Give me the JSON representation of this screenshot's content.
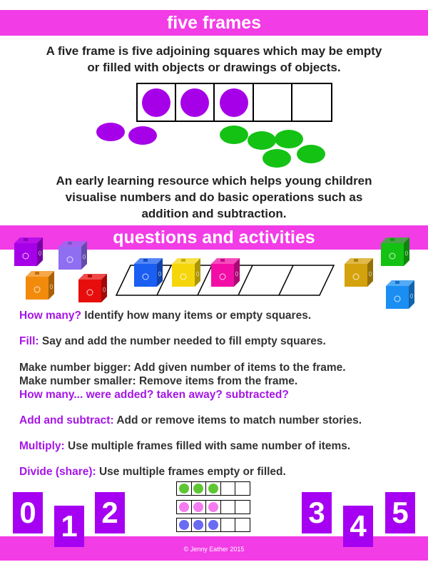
{
  "header": {
    "title": "five frames"
  },
  "intro": {
    "line1": "A five frame is five adjoining squares which may be empty",
    "line2": "or filled with objects or drawings of objects."
  },
  "five_frame": {
    "filled": 3,
    "total": 5,
    "color": "#a600e8"
  },
  "description": {
    "line1": "An early learning resource which helps young children",
    "line2": "visualise numbers and do basic operations such as",
    "line3": "addition and subtraction."
  },
  "section2": {
    "title": "questions and activities"
  },
  "activities": {
    "how_many": {
      "label": "How many?",
      "text": " Identify how many items or empty squares."
    },
    "fill": {
      "label": "Fill:",
      "text": " Say and add the number needed to fill empty squares."
    },
    "bigger": "Make number bigger: Add given number of items to the frame.",
    "smaller": "Make number smaller: Remove items from the frame.",
    "added_taken": "How many... were added? taken away? subtracted?",
    "add_subtract": {
      "label": "Add and subtract:",
      "text": " Add or remove items to match number stories."
    },
    "multiply": {
      "label": "Multiply:",
      "text": " Use multiple frames filled with same number of items."
    },
    "divide": {
      "label": "Divide (share):",
      "text": " Use multiple frames empty or filled."
    }
  },
  "numbers": [
    "0",
    "1",
    "2",
    "3",
    "4",
    "5"
  ],
  "mini_frames": [
    {
      "filled": 3,
      "color": "#5ec632"
    },
    {
      "filled": 3,
      "color": "#f47cf0"
    },
    {
      "filled": 3,
      "color": "#6a6af2"
    }
  ],
  "cube_colors": [
    "#a600e8",
    "#8f6ef2",
    "#f28a0c",
    "#e80d0d",
    "#1a5ef2",
    "#f5d60a",
    "#f20ea6",
    "#d4a20c",
    "#14c214",
    "#1a8ef2"
  ],
  "colors": {
    "accent": "#f23ce6",
    "purple": "#a600f2",
    "label_purple": "#a515e6",
    "green": "#14c214"
  },
  "footer": {
    "copyright": "© Jenny Eather 2015"
  }
}
